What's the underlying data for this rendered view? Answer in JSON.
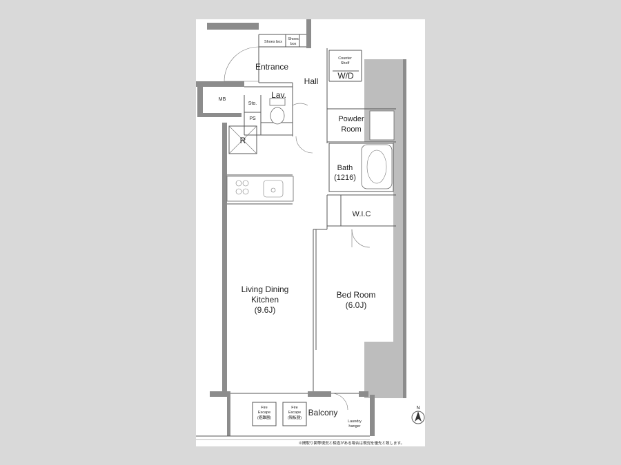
{
  "rooms": {
    "entrance": "Entrance",
    "hall": "Hall",
    "lav": "Lav.",
    "mb": "MB",
    "sto": "Sto.",
    "ps": "PS",
    "refrigerator": "R",
    "shoes_box_1": "Shoes box",
    "shoes_box_2_line1": "Shoes",
    "shoes_box_2_line2": "box",
    "counter_shelf_line1": "Counter",
    "counter_shelf_line2": "Shelf",
    "washer_dryer": "W/D",
    "powder_room_line1": "Powder",
    "powder_room_line2": "Room",
    "bath_line1": "Bath",
    "bath_line2": "(1216)",
    "wic": "W.I.C",
    "ldk_line1": "Living Dining",
    "ldk_line2": "Kitchen",
    "ldk_line3": "(9.6J)",
    "bedroom_line1": "Bed Room",
    "bedroom_line2": "(6.0J)",
    "balcony": "Balcony",
    "fire_escape_1_line1": "Fire",
    "fire_escape_1_line2": "Escape",
    "fire_escape_1_line3": "(避難器)",
    "fire_escape_2_line1": "Fire",
    "fire_escape_2_line2": "Escape",
    "fire_escape_2_line3": "(隔板器)",
    "laundry_line1": "Laundry",
    "laundry_line2": "hanger"
  },
  "compass": {
    "label": "N"
  },
  "footnote": "※間取り図等現況と相違がある場合は現況を優先と致します。"
}
